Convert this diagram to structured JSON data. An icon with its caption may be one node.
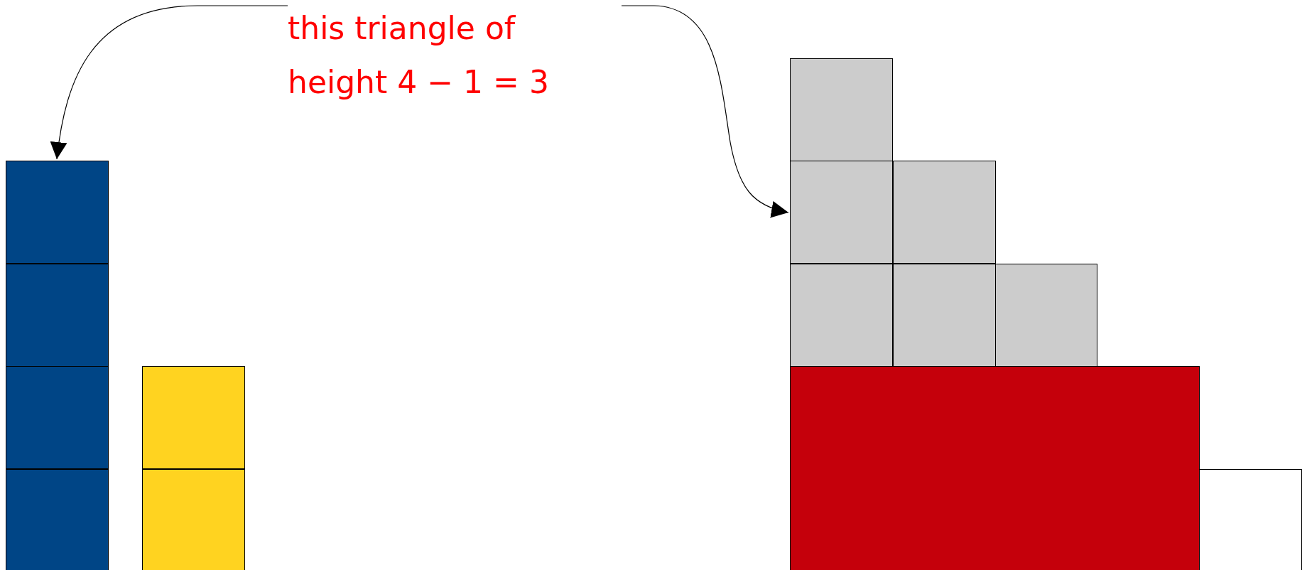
{
  "diagram": {
    "nodes": [
      {
        "text": [
          "this triangle of height 4 − 1 = 3"
        ]
      },
      {
        "text": [],
        "shape": "box"
      },
      {
        "text": [],
        "shape": "box"
      },
      {
        "text": [],
        "shape": "box"
      },
      {
        "text": [],
        "shape": "box"
      },
      {
        "text": [],
        "shape": "box"
      },
      {
        "text": [],
        "shape": "box"
      },
      {
        "text": [],
        "shape": "box"
      },
      {
        "text": [],
        "shape": "box"
      },
      {
        "text": [],
        "shape": "box"
      },
      {
        "text": [],
        "shape": "box"
      },
      {
        "text": [],
        "shape": "box"
      },
      {
        "text": [],
        "shape": "box"
      },
      {
        "text": [],
        "shape": "box"
      },
      {
        "text": [],
        "shape": "box"
      }
    ],
    "edges": [
      {
        "from": 0,
        "to": 1,
        "arrow": "to"
      },
      {
        "from": 0,
        "to": 8,
        "arrow": "to"
      }
    ]
  }
}
